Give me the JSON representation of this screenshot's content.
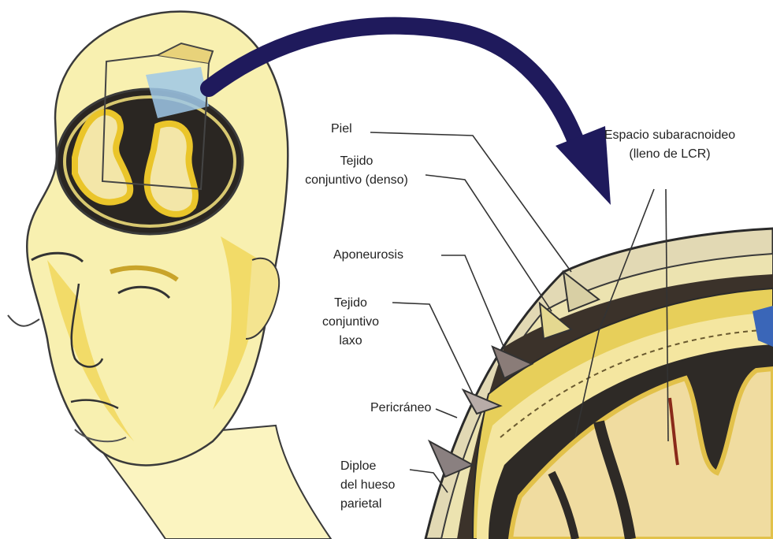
{
  "labels": {
    "piel": "Piel",
    "tejido_denso_line1": "Tejido",
    "tejido_denso_line2": "conjuntivo (denso)",
    "aponeurosis": "Aponeurosis",
    "tejido_laxo_line1": "Tejido",
    "tejido_laxo_line2": "conjuntivo",
    "tejido_laxo_line3": "laxo",
    "pericraneo": "Pericráneo",
    "diploe_line1": "Diploe",
    "diploe_line2": "del hueso",
    "diploe_line3": "parietal",
    "espacio_line1": "Espacio subaracnoideo",
    "espacio_line2": "(lleno de LCR)"
  },
  "colors": {
    "arrow": "#1f1a5c",
    "skin": "#f6ec9a",
    "skin_shade": "#eac52a",
    "cortex": "#efc63c",
    "dark_tissue": "#2b2521",
    "bone": "#e8d27a",
    "leader_line": "#333333"
  }
}
